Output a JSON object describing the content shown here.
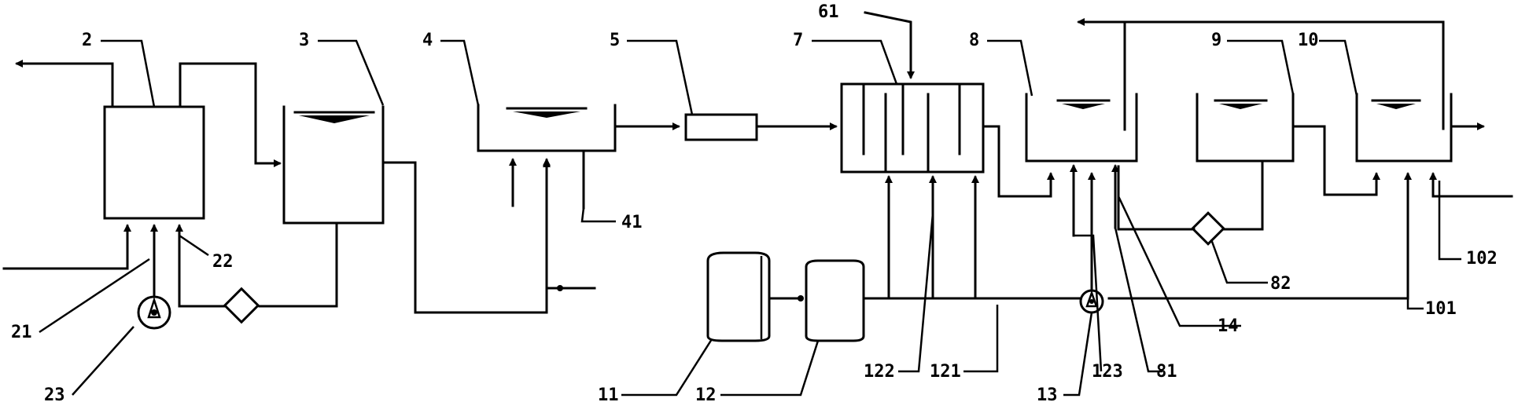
{
  "labels": {
    "l2": "2",
    "l3": "3",
    "l4": "4",
    "l5": "5",
    "l61": "61",
    "l7": "7",
    "l8": "8",
    "l9": "9",
    "l10": "10",
    "l11": "11",
    "l12": "12",
    "l13": "13",
    "l14": "14",
    "l21": "21",
    "l22": "22",
    "l23": "23",
    "l41": "41",
    "l81": "81",
    "l82": "82",
    "l101": "101",
    "l102": "102",
    "l121": "121",
    "l122": "122",
    "l123": "123"
  }
}
